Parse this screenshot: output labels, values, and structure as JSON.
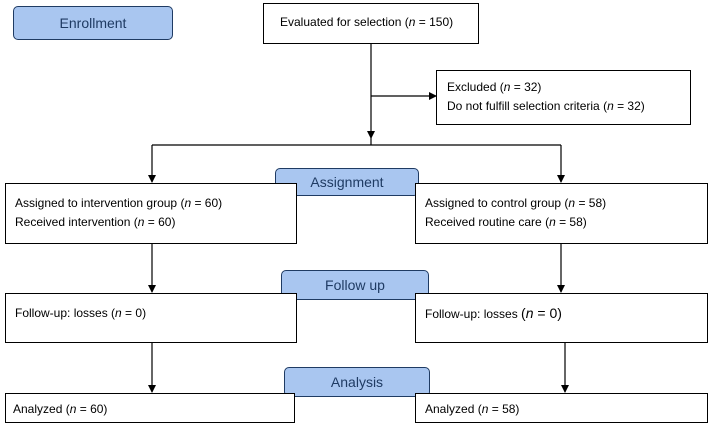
{
  "stages": {
    "enrollment": "Enrollment",
    "assignment": "Assignment",
    "follow_up": "Follow up",
    "analysis": "Analysis"
  },
  "n_symbol": "n",
  "evaluated": {
    "prefix": "Evaluated for selection (",
    "suffix": " = 150)"
  },
  "excluded": {
    "line1": {
      "prefix": "Excluded (",
      "suffix": " = 32)"
    },
    "line2": {
      "prefix": "Do not fulfill selection criteria (",
      "suffix": " = 32)"
    }
  },
  "intervention": {
    "assigned": {
      "prefix": "Assigned to intervention group (",
      "suffix": " = 60)"
    },
    "received": {
      "prefix": "Received intervention (",
      "suffix": " = 60)"
    },
    "follow_up": {
      "prefix": "Follow-up: losses (",
      "suffix": " = 0)"
    },
    "analyzed": {
      "prefix": "Analyzed (",
      "suffix": " = 60)"
    }
  },
  "control": {
    "assigned": {
      "prefix": "Assigned to control group (",
      "suffix": " = 58)"
    },
    "received": {
      "prefix": "Received routine care (",
      "suffix": " = 58)"
    },
    "follow_up": {
      "prefix": "Follow-up: losses ",
      "paren_open": "(",
      "suffix": " = 0)"
    },
    "analyzed": {
      "prefix": "Analyzed (",
      "suffix": " = 58)"
    }
  }
}
